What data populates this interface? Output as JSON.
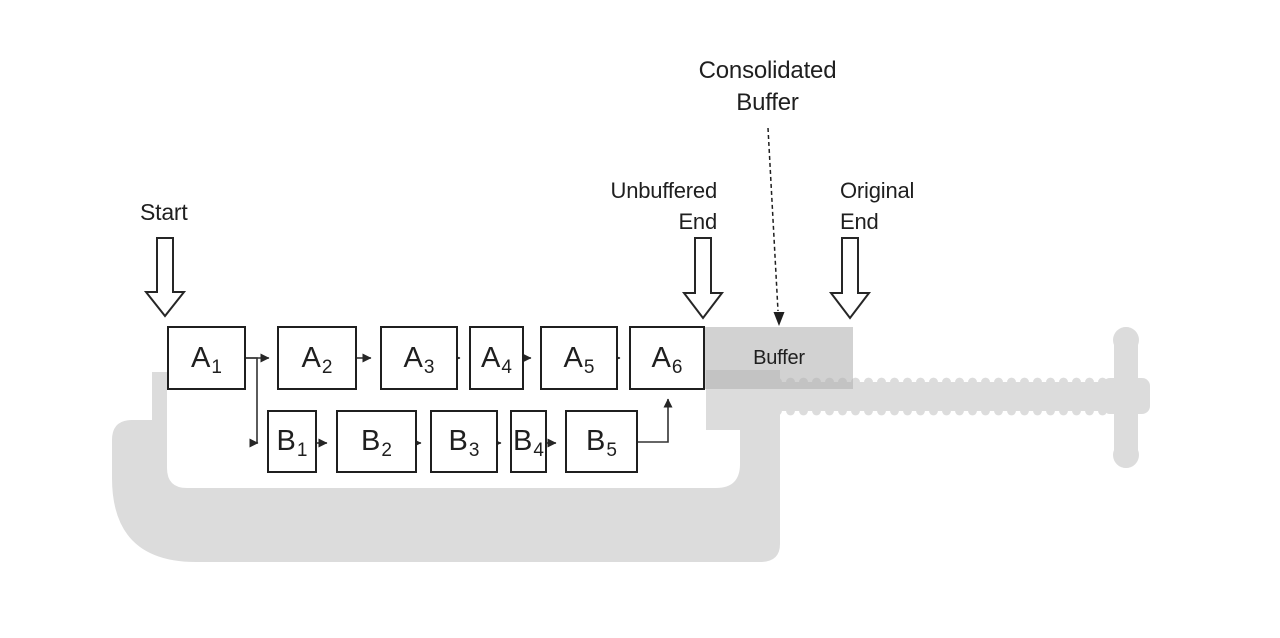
{
  "annotations": {
    "start": "Start",
    "unbuffered_end": {
      "line1": "Unbuffered",
      "line2": "End"
    },
    "original_end": {
      "line1": "Original",
      "line2": "End"
    },
    "consolidated_buffer": {
      "line1": "Consolidated",
      "line2": "Buffer"
    }
  },
  "buffer_box": {
    "label": "Buffer"
  },
  "flow": {
    "a": [
      {
        "main": "A",
        "sub": "1"
      },
      {
        "main": "A",
        "sub": "2"
      },
      {
        "main": "A",
        "sub": "3"
      },
      {
        "main": "A",
        "sub": "4"
      },
      {
        "main": "A",
        "sub": "5"
      },
      {
        "main": "A",
        "sub": "6"
      }
    ],
    "b": [
      {
        "main": "B",
        "sub": "1"
      },
      {
        "main": "B",
        "sub": "2"
      },
      {
        "main": "B",
        "sub": "3"
      },
      {
        "main": "B",
        "sub": "4"
      },
      {
        "main": "B",
        "sub": "5"
      }
    ]
  },
  "colors": {
    "clamp_gray": "#dcdcdc",
    "buffer_overlay": "#b0b0b0",
    "box_border": "#1f1f1f",
    "connector": "#333333",
    "arrow_outline": "#262626",
    "text": "#1f1f1f"
  }
}
